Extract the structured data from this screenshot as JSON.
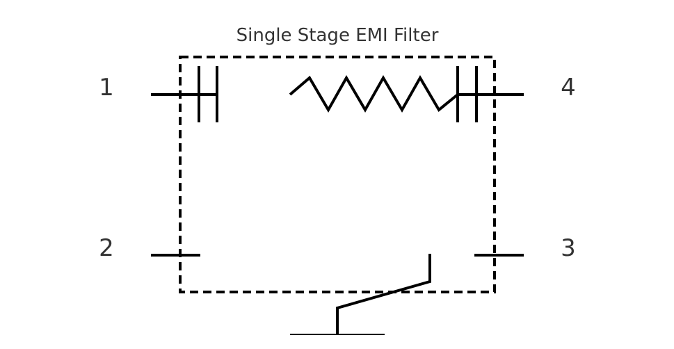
{
  "diagram": {
    "title": "Single Stage EMI Filter",
    "terminals": [
      "1",
      "2",
      "3",
      "4"
    ]
  },
  "colors": {
    "line": "#000000",
    "text": "#333333",
    "background": "#ffffff"
  }
}
